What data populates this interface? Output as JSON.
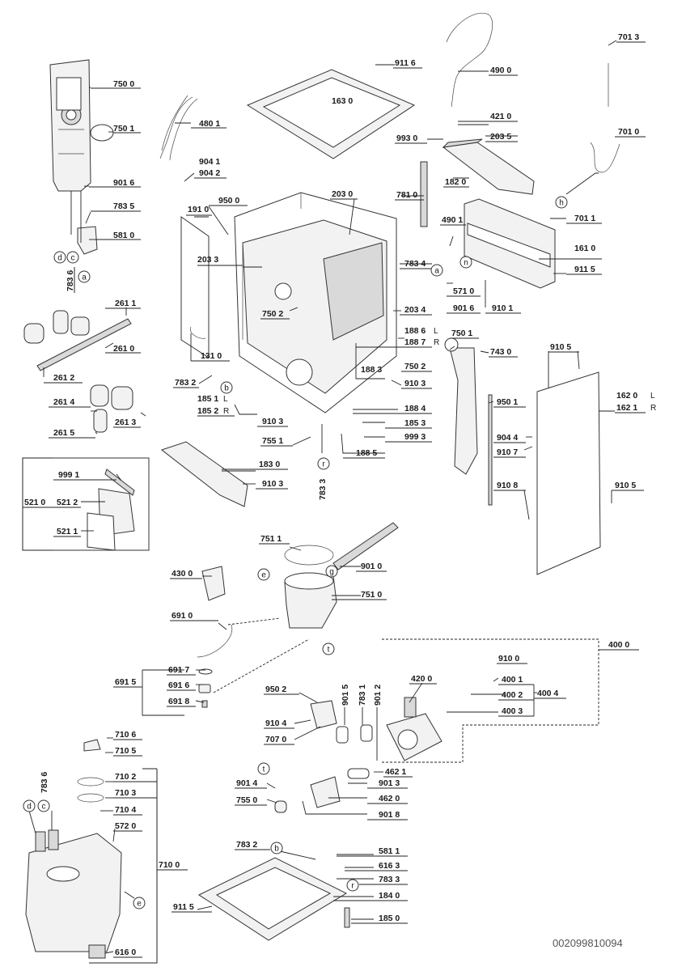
{
  "labels": {
    "l_750_0": "750 0",
    "l_750_1a": "750 1",
    "l_901_6a": "901 6",
    "l_783_5": "783 5",
    "l_581_0": "581 0",
    "l_783_6a": "783 6",
    "l_480_1": "480 1",
    "l_904_1": "904 1",
    "l_904_2": "904 2",
    "l_950_0": "950 0",
    "l_191_0": "191 0",
    "l_203_3": "203 3",
    "l_750_2a": "750 2",
    "l_131_0": "131 0",
    "l_783_2a": "783 2",
    "l_185_1": "185 1",
    "l_185_2": "185 2",
    "l_910_3a": "910 3",
    "l_755_1": "755 1",
    "l_183_0": "183 0",
    "l_910_3b": "910 3",
    "l_783_3a": "783 3",
    "l_261_1": "261 1",
    "l_261_0": "261 0",
    "l_261_2": "261 2",
    "l_261_4": "261 4",
    "l_261_3": "261 3",
    "l_261_5": "261 5",
    "l_999_1": "999 1",
    "l_521_0": "521 0",
    "l_521_2": "521 2",
    "l_521_1": "521 1",
    "l_911_6": "911 6",
    "l_163_0": "163 0",
    "l_490_0": "490 0",
    "l_421_0": "421 0",
    "l_993_0": "993 0",
    "l_203_5": "203 5",
    "l_182_0": "182 0",
    "l_203_0": "203 0",
    "l_781_0": "781 0",
    "l_490_1": "490 1",
    "l_783_4": "783 4",
    "l_571_0": "571 0",
    "l_901_6b": "901 6",
    "l_910_1": "910 1",
    "l_203_4": "203 4",
    "l_188_6": "188 6",
    "l_188_7": "188 7",
    "l_750_2b": "750 2",
    "l_188_3": "188 3",
    "l_910_3c": "910 3",
    "l_188_4": "188 4",
    "l_185_3": "185 3",
    "l_999_3": "999 3",
    "l_188_5": "188 5",
    "l_701_3": "701 3",
    "l_701_0": "701 0",
    "l_701_1": "701 1",
    "l_161_0": "161 0",
    "l_911_5a": "911 5",
    "l_750_1b": "750 1",
    "l_743_0": "743 0",
    "l_910_5a": "910 5",
    "l_950_1": "950 1",
    "l_162_0": "162 0",
    "l_162_1": "162 1",
    "l_904_4": "904 4",
    "l_910_7": "910 7",
    "l_910_8": "910 8",
    "l_910_5b": "910 5",
    "l_751_1": "751 1",
    "l_901_0": "901 0",
    "l_430_0": "430 0",
    "l_751_0": "751 0",
    "l_691_0": "691 0",
    "l_691_5": "691 5",
    "l_691_7": "691 7",
    "l_691_6": "691 6",
    "l_691_8": "691 8",
    "l_950_2": "950 2",
    "l_910_4": "910 4",
    "l_707_0": "707 0",
    "l_901_5": "901 5",
    "l_783_1": "783 1",
    "l_901_2": "901 2",
    "l_420_0": "420 0",
    "l_400_0": "400 0",
    "l_910_0": "910 0",
    "l_400_1": "400 1",
    "l_400_2": "400 2",
    "l_400_3": "400 3",
    "l_400_4": "400 4",
    "l_462_1": "462 1",
    "l_901_3": "901 3",
    "l_462_0": "462 0",
    "l_901_4": "901 4",
    "l_755_0": "755 0",
    "l_901_8": "901 8",
    "l_710_6": "710 6",
    "l_710_5": "710 5",
    "l_710_2": "710 2",
    "l_710_3": "710 3",
    "l_710_4": "710 4",
    "l_572_0": "572 0",
    "l_710_0": "710 0",
    "l_783_6b": "783 6",
    "l_616_0": "616 0",
    "l_783_2b": "783 2",
    "l_581_1": "581 1",
    "l_616_3": "616 3",
    "l_783_3b": "783 3",
    "l_184_0": "184 0",
    "l_185_0": "185 0",
    "l_911_5b": "911 5",
    "side_L1": "L",
    "side_R1": "R",
    "side_L2": "L",
    "side_R2": "R",
    "side_L3": "L",
    "side_R3": "R"
  },
  "callouts": {
    "c_d1": "d",
    "c_c1": "c",
    "c_a1": "a",
    "c_b1": "b",
    "c_r1": "r",
    "c_a2": "a",
    "c_n1": "n",
    "c_h1": "h",
    "c_e1": "e",
    "c_g1": "g",
    "c_t1": "t",
    "c_t2": "t",
    "c_d2": "d",
    "c_c2": "c",
    "c_e2": "e",
    "c_b2": "b",
    "c_r2": "r"
  },
  "footer": {
    "doc_code": "002099810094"
  }
}
